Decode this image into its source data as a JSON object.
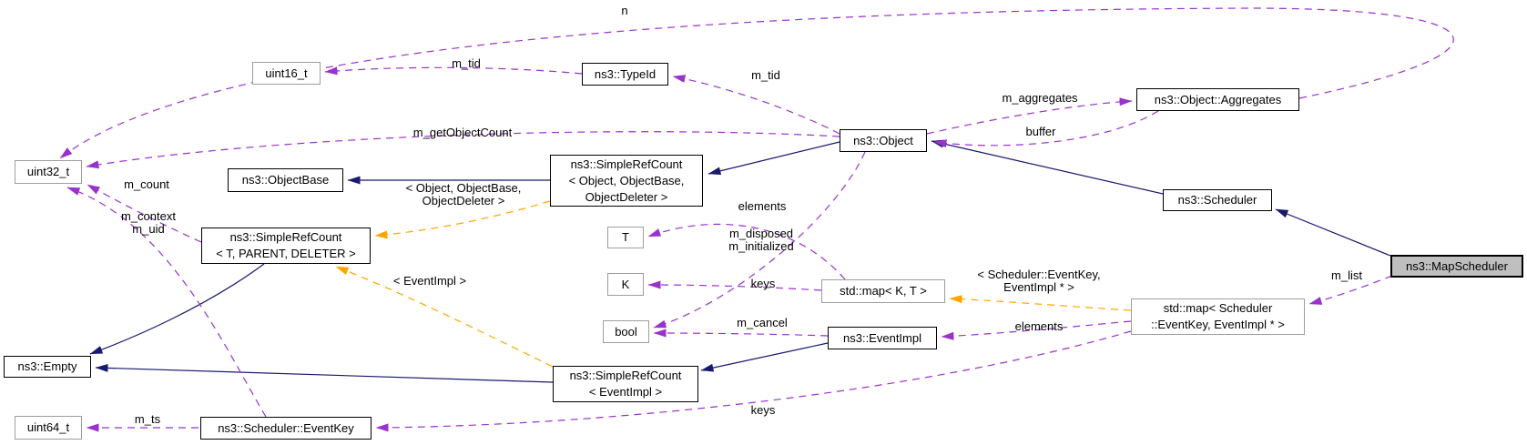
{
  "diagram": {
    "focus_node": "ns3::MapScheduler"
  },
  "colors": {
    "inheritance_edge": "#191970",
    "usage_edge": "#9a32cd",
    "template_edge": "#ffa500",
    "class_border": "#000000",
    "plain_border": "#9e9e9e",
    "focus_fill": "#bfbfbf",
    "background": "#ffffff"
  },
  "nodes": [
    {
      "label": "uint32_t",
      "kind": "plain"
    },
    {
      "label": "uint16_t",
      "kind": "plain"
    },
    {
      "label": "ns3::TypeId",
      "kind": "class"
    },
    {
      "label": "ns3::ObjectBase",
      "kind": "class"
    },
    {
      "label": "ns3::SimpleRefCount\n< Object, ObjectBase,\nObjectDeleter >",
      "kind": "class"
    },
    {
      "label": "ns3::Object",
      "kind": "class"
    },
    {
      "label": "ns3::Object::Aggregates",
      "kind": "class"
    },
    {
      "label": "ns3::Scheduler",
      "kind": "class"
    },
    {
      "label": "ns3::MapScheduler",
      "kind": "focus"
    },
    {
      "label": "std::map< Scheduler\n::EventKey, EventImpl * >",
      "kind": "plain"
    },
    {
      "label": "std::map< K, T >",
      "kind": "plain"
    },
    {
      "label": "T",
      "kind": "plain"
    },
    {
      "label": "K",
      "kind": "plain"
    },
    {
      "label": "bool",
      "kind": "plain"
    },
    {
      "label": "ns3::EventImpl",
      "kind": "class"
    },
    {
      "label": "ns3::SimpleRefCount\n< EventImpl >",
      "kind": "class"
    },
    {
      "label": "ns3::Empty",
      "kind": "class"
    },
    {
      "label": "uint64_t",
      "kind": "plain"
    },
    {
      "label": "ns3::Scheduler::EventKey",
      "kind": "class"
    },
    {
      "label": "ns3::SimpleRefCount\n< T, PARENT, DELETER >",
      "kind": "class"
    }
  ],
  "edge_labels": [
    {
      "label": "n"
    },
    {
      "label": "m_tid"
    },
    {
      "label": "m_tid"
    },
    {
      "label": "m_aggregates"
    },
    {
      "label": "buffer"
    },
    {
      "label": "m_getObjectCount"
    },
    {
      "label": "m_count"
    },
    {
      "label": "m_context\nm_uid"
    },
    {
      "label": "elements"
    },
    {
      "label": "m_disposed\nm_initialized"
    },
    {
      "label": "keys"
    },
    {
      "label": "m_cancel"
    },
    {
      "label": "< Scheduler::EventKey,\nEventImpl * >"
    },
    {
      "label": "elements"
    },
    {
      "label": "m_list"
    },
    {
      "label": "keys"
    },
    {
      "label": "m_ts"
    },
    {
      "label": "< Object, ObjectBase,\nObjectDeleter >"
    },
    {
      "label": "< EventImpl >"
    }
  ],
  "edges": [
    {
      "from": "ns3::Object",
      "to": "ns3::SimpleRefCount< Object, ObjectBase, ObjectDeleter >",
      "relation": "inheritance",
      "label": ""
    },
    {
      "from": "ns3::SimpleRefCount< Object, ObjectBase, ObjectDeleter >",
      "to": "ns3::ObjectBase",
      "relation": "inheritance",
      "label": ""
    },
    {
      "from": "ns3::Scheduler",
      "to": "ns3::Object",
      "relation": "inheritance",
      "label": ""
    },
    {
      "from": "ns3::MapScheduler",
      "to": "ns3::Scheduler",
      "relation": "inheritance",
      "label": ""
    },
    {
      "from": "ns3::SimpleRefCount< T, PARENT, DELETER >",
      "to": "ns3::Empty",
      "relation": "inheritance",
      "label": ""
    },
    {
      "from": "ns3::SimpleRefCount< EventImpl >",
      "to": "ns3::Empty",
      "relation": "inheritance",
      "label": ""
    },
    {
      "from": "ns3::EventImpl",
      "to": "ns3::SimpleRefCount< EventImpl >",
      "relation": "inheritance",
      "label": ""
    },
    {
      "from": "ns3::Object::Aggregates",
      "to": "uint32_t",
      "relation": "usage",
      "label": "n"
    },
    {
      "from": "ns3::TypeId",
      "to": "uint16_t",
      "relation": "usage",
      "label": "m_tid"
    },
    {
      "from": "ns3::Object",
      "to": "ns3::TypeId",
      "relation": "usage",
      "label": "m_tid"
    },
    {
      "from": "ns3::Object",
      "to": "ns3::Object::Aggregates",
      "relation": "usage",
      "label": "m_aggregates"
    },
    {
      "from": "ns3::Object::Aggregates",
      "to": "ns3::Object",
      "relation": "usage",
      "label": "buffer"
    },
    {
      "from": "ns3::Object",
      "to": "uint32_t",
      "relation": "usage",
      "label": "m_getObjectCount"
    },
    {
      "from": "ns3::SimpleRefCount< T, PARENT, DELETER >",
      "to": "uint32_t",
      "relation": "usage",
      "label": "m_count"
    },
    {
      "from": "ns3::Scheduler::EventKey",
      "to": "uint32_t",
      "relation": "usage",
      "label": "m_context\nm_uid"
    },
    {
      "from": "ns3::Object",
      "to": "bool",
      "relation": "usage",
      "label": "m_disposed\nm_initialized"
    },
    {
      "from": "std::map< K, T >",
      "to": "T",
      "relation": "usage",
      "label": "elements"
    },
    {
      "from": "std::map< K, T >",
      "to": "K",
      "relation": "usage",
      "label": "keys"
    },
    {
      "from": "ns3::EventImpl",
      "to": "bool",
      "relation": "usage",
      "label": "m_cancel"
    },
    {
      "from": "std::map< Scheduler::EventKey, EventImpl * >",
      "to": "ns3::EventImpl",
      "relation": "usage",
      "label": "elements"
    },
    {
      "from": "std::map< Scheduler::EventKey, EventImpl * >",
      "to": "ns3::Scheduler::EventKey",
      "relation": "usage",
      "label": "keys"
    },
    {
      "from": "ns3::Scheduler::EventKey",
      "to": "uint64_t",
      "relation": "usage",
      "label": "m_ts"
    },
    {
      "from": "ns3::MapScheduler",
      "to": "std::map< Scheduler::EventKey, EventImpl * >",
      "relation": "usage",
      "label": "m_list"
    },
    {
      "from": "ns3::SimpleRefCount< Object, ObjectBase, ObjectDeleter >",
      "to": "ns3::SimpleRefCount< T, PARENT, DELETER >",
      "relation": "template-instance",
      "label": "< Object, ObjectBase,\nObjectDeleter >"
    },
    {
      "from": "ns3::SimpleRefCount< EventImpl >",
      "to": "ns3::SimpleRefCount< T, PARENT, DELETER >",
      "relation": "template-instance",
      "label": "< EventImpl >"
    },
    {
      "from": "std::map< Scheduler::EventKey, EventImpl * >",
      "to": "std::map< K, T >",
      "relation": "template-instance",
      "label": "< Scheduler::EventKey,\nEventImpl * >"
    }
  ]
}
